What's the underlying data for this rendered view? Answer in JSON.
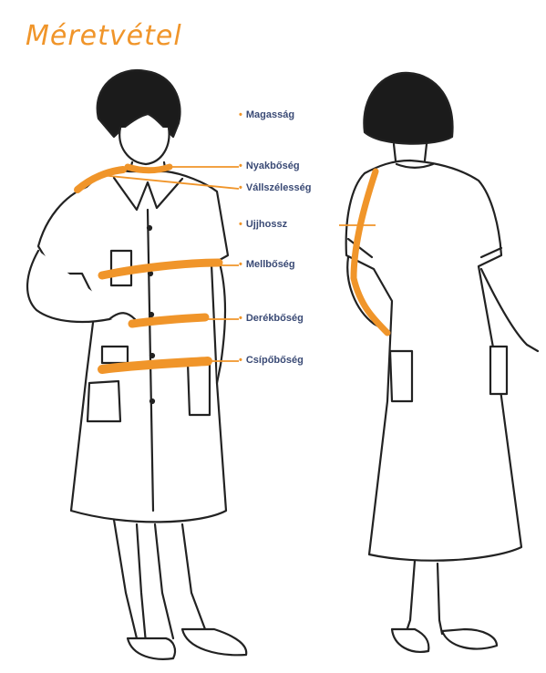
{
  "title": "Méretvétel",
  "colors": {
    "accent": "#f0952a",
    "label": "#3a4a75",
    "line": "#222222"
  },
  "labels": [
    {
      "id": "height",
      "text": "Magasság"
    },
    {
      "id": "neck",
      "text": "Nyakbőség"
    },
    {
      "id": "shoulder",
      "text": "Vállszélesség"
    },
    {
      "id": "sleeve",
      "text": "Ujjhossz"
    },
    {
      "id": "chest",
      "text": "Mellbőség"
    },
    {
      "id": "waist",
      "text": "Derékbőség"
    },
    {
      "id": "hip",
      "text": "Csípőbőség"
    }
  ]
}
